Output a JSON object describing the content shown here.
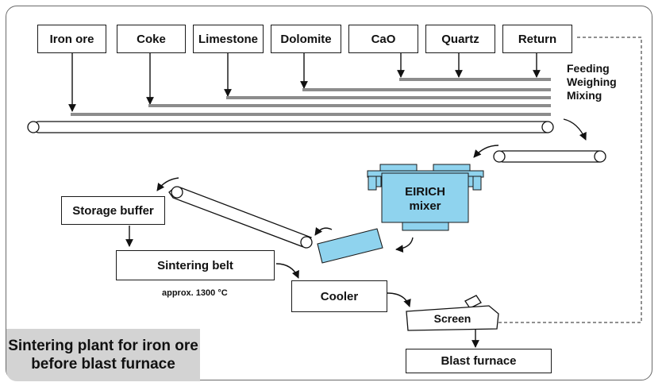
{
  "ingredients": {
    "iron_ore": "Iron ore",
    "coke": "Coke",
    "limestone": "Limestone",
    "dolomite": "Dolomite",
    "cao": "CaO",
    "quartz": "Quartz",
    "return": "Return"
  },
  "feeding_label": [
    "Feeding",
    "Weighing",
    "Mixing"
  ],
  "mixer_label": [
    "EIRICH",
    "mixer"
  ],
  "process_boxes": {
    "storage_buffer": "Storage buffer",
    "sintering_belt": "Sintering belt",
    "cooler": "Cooler",
    "screen": "Screen",
    "blast_furnace": "Blast furnace"
  },
  "temperature_note": "approx. 1300 °C",
  "caption": [
    "Sintering plant for iron ore",
    "before blast furnace"
  ],
  "colors": {
    "mixer_fill": "#8fd3ee",
    "caption_bg": "#d3d3d3",
    "feed_line": "#8c8c8c"
  }
}
